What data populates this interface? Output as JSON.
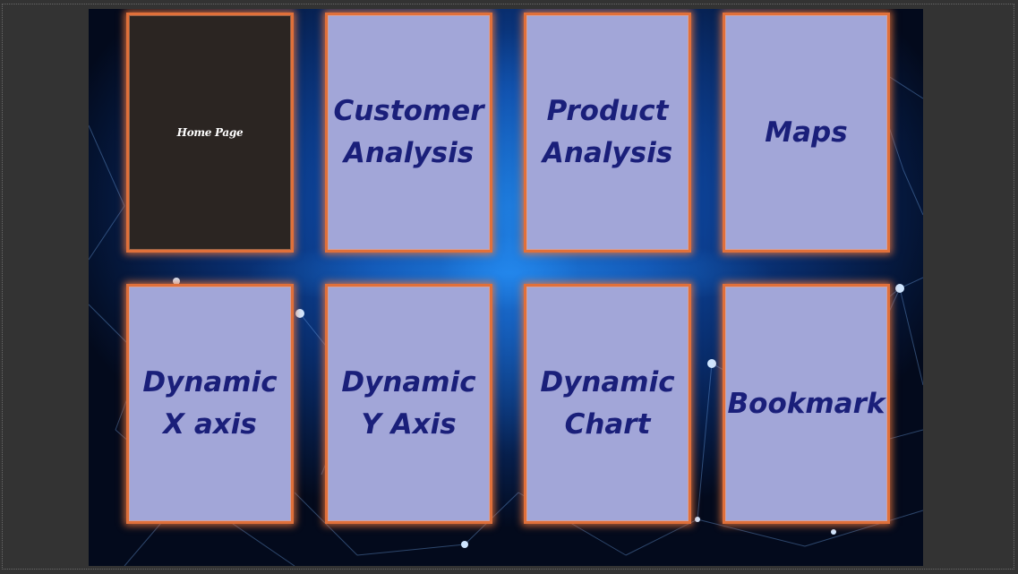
{
  "tiles": [
    {
      "label": "Home Page"
    },
    {
      "label": "Customer Analysis"
    },
    {
      "label": "Product Analysis"
    },
    {
      "label": "Maps"
    },
    {
      "label": "Dynamic X axis"
    },
    {
      "label": "Dynamic Y Axis"
    },
    {
      "label": "Dynamic Chart"
    },
    {
      "label": "Bookmark"
    }
  ],
  "colors": {
    "tile_fill": "#a2a6d8",
    "tile_border": "#e0703a",
    "tile_text": "#1a1f7a",
    "home_tile_fill": "#2b2522",
    "background": "#0d47a1"
  }
}
